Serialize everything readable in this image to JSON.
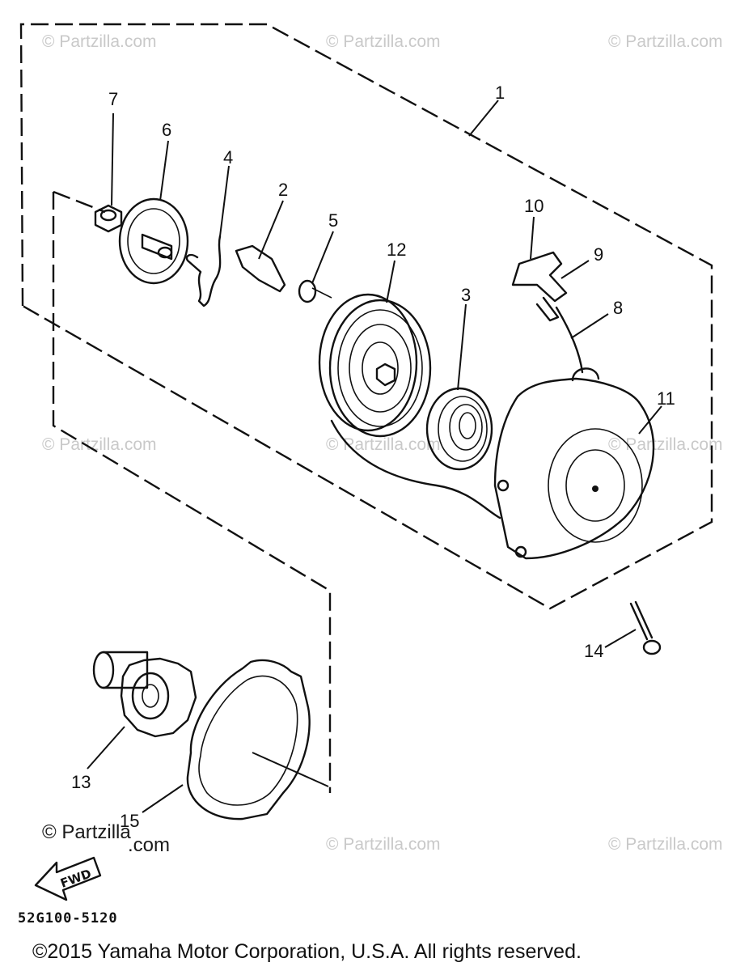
{
  "diagram": {
    "callouts": {
      "c1": "1",
      "c2": "2",
      "c3": "3",
      "c4": "4",
      "c5": "5",
      "c6": "6",
      "c7": "7",
      "c8": "8",
      "c9": "9",
      "c10": "10",
      "c11": "11",
      "c12": "12",
      "c13": "13",
      "c14": "14",
      "c15": "15"
    },
    "fwd_label": "FWD",
    "part_number": "52G100-5120"
  },
  "watermark": {
    "text": "© Partzilla.com",
    "main_line1": "© Partzilla",
    "main_line2": ".com"
  },
  "footer": {
    "copyright": "©2015  Yamaha Motor Corporation, U.S.A. All rights reserved."
  }
}
